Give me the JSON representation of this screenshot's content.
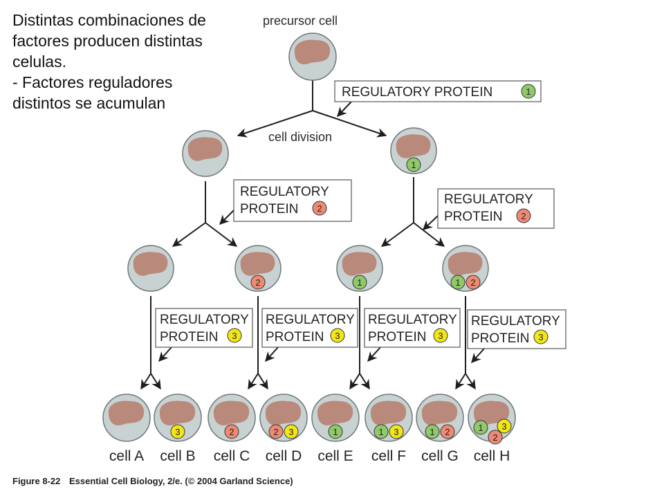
{
  "intro": {
    "lines": [
      "Distintas combinaciones de",
      "factores producen distintas",
      "celulas.",
      "- Factores reguladores",
      "distintos se acumulan"
    ]
  },
  "diagram": {
    "precursor_label": "precursor cell",
    "division_label": "cell division",
    "protein_boxes": {
      "level1": {
        "text": "REGULATORY PROTEIN",
        "number": "1"
      },
      "level2": {
        "line1": "REGULATORY",
        "line2": "PROTEIN",
        "number": "2"
      },
      "level3": {
        "line1": "REGULATORY",
        "line2": "PROTEIN",
        "number": "3"
      }
    },
    "cells": [
      {
        "name": "cell A",
        "proteins": []
      },
      {
        "name": "cell B",
        "proteins": [
          "3"
        ]
      },
      {
        "name": "cell C",
        "proteins": [
          "2"
        ]
      },
      {
        "name": "cell D",
        "proteins": [
          "2",
          "3"
        ]
      },
      {
        "name": "cell E",
        "proteins": [
          "1"
        ]
      },
      {
        "name": "cell F",
        "proteins": [
          "1",
          "3"
        ]
      },
      {
        "name": "cell G",
        "proteins": [
          "1",
          "2"
        ]
      },
      {
        "name": "cell H",
        "proteins": [
          "1",
          "2",
          "3"
        ]
      }
    ],
    "caption": {
      "figure": "Figure 8-22",
      "text": "Essential Cell Biology, 2/e. (© 2004 Garland Science)"
    },
    "colors": {
      "cell_fill": "#c9d2d2",
      "cell_stroke": "#6e7878",
      "nucleus": "#b98a7c",
      "protein1": "#8fc96a",
      "protein2": "#ee8a74",
      "protein3": "#f2e616",
      "line": "#1e1e1e"
    }
  }
}
